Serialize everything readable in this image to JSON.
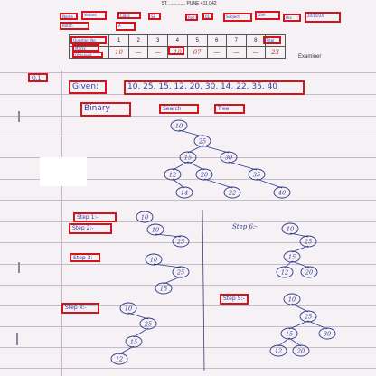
{
  "header": {
    "institution_line": "ST. ............. PUNE 411 042",
    "name_label": "Name",
    "name_value": "Vedant",
    "class_label": "Class",
    "class_value": "SE",
    "roll_label": "Roll No.",
    "roll_value": "01",
    "subject_label": "Subject",
    "subject_value": "DSA",
    "div_label": "Div.",
    "batch_label": "Batch",
    "batch_value": "A",
    "date_label": "Date",
    "date_value": "20/10/24"
  },
  "marks": {
    "label_question": "Question No.",
    "label_marks": "Marks",
    "label_obtained": "Obtained",
    "question_numbers": [
      "1",
      "2",
      "3",
      "4",
      "5",
      "6",
      "7",
      "8"
    ],
    "total_label": "Total",
    "obtained_values": [
      "10",
      "—",
      "—",
      "10",
      "07",
      "—",
      "—",
      "—"
    ],
    "total_value": "23",
    "examiner_label": "Examiner"
  },
  "question": {
    "number": "Q.1",
    "given_label": "Given:",
    "given_values": "10, 25, 15, 12, 20, 30, 14, 22, 35, 40",
    "title_parts": [
      "Binary",
      "Search",
      "Tree"
    ]
  },
  "steps": [
    {
      "label": "Step 1:-"
    },
    {
      "label": "Step 2:-"
    },
    {
      "label": "Step 3:-"
    },
    {
      "label": "Step 4:-"
    },
    {
      "label": "Step 5:-"
    },
    {
      "label": "Step 6:-"
    }
  ],
  "trees": {
    "main": [
      "10",
      "25",
      "15",
      "30",
      "12",
      "20",
      "35",
      "14",
      "22",
      "40"
    ],
    "step1": [
      "10"
    ],
    "step2": [
      "10",
      "25"
    ],
    "step3": [
      "10",
      "25",
      "15"
    ],
    "step4": [
      "10",
      "25",
      "15",
      "12"
    ],
    "step5": [
      "10",
      "25",
      "15",
      "30",
      "12",
      "20"
    ],
    "step6": [
      "10",
      "25",
      "15",
      "12",
      "20"
    ]
  },
  "colors": {
    "ink": "#2e3a8c",
    "annotation_box": "#d4141c",
    "paper": "#f5f1f5",
    "rule_line": "#c4bcc8"
  }
}
